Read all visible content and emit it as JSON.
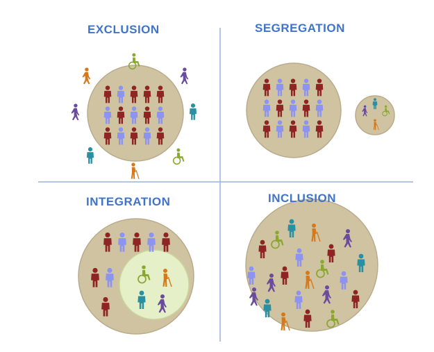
{
  "colors": {
    "title": "#3f74c8",
    "divider": "#9ab4d6",
    "circle_fill": "#cfc3a2",
    "circle_stroke": "#b8ac8c",
    "inner_circle_fill": "#e6f0c8",
    "inner_circle_stroke": "#c9d79c",
    "red_person": "#8e2424",
    "blue_person": "#8d94f0",
    "orange_person": "#d47a1c",
    "purple_person": "#6a4c9c",
    "teal_person": "#2a8fa0",
    "green_wheelchair": "#8aa830"
  },
  "quadrants": [
    {
      "key": "exclusion",
      "title": "EXCLUSION"
    },
    {
      "key": "segregation",
      "title": "SEGREGATION"
    },
    {
      "key": "integration",
      "title": "INTEGRATION"
    },
    {
      "key": "inclusion",
      "title": "INCLUSION"
    }
  ],
  "icons": {
    "person": "person-icon",
    "walking": "walking-person-icon",
    "cane": "person-with-cane-icon",
    "wheelchair": "wheelchair-icon"
  }
}
